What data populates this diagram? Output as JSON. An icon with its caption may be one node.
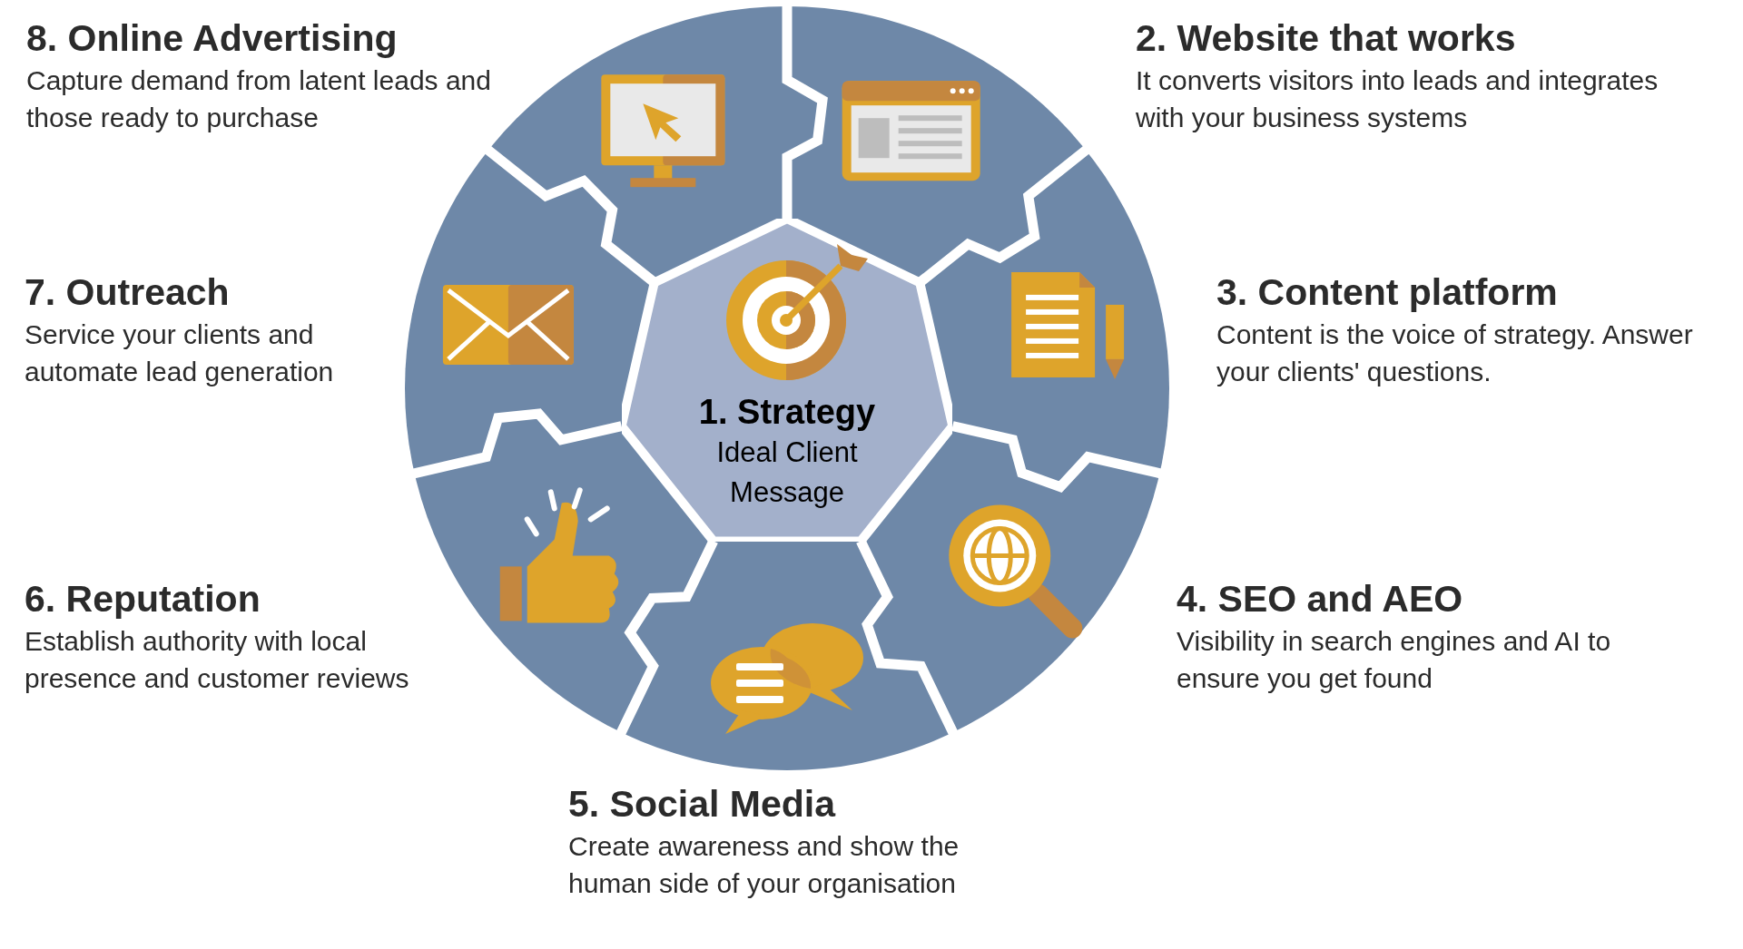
{
  "diagram": {
    "nodes": [
      {
        "text": [
          "1. Strategy",
          "Ideal Client Message"
        ]
      },
      {
        "text": [
          "2. Website that works",
          "It converts visitors into leads and integrates with your business systems"
        ]
      },
      {
        "text": [
          "3. Content platform",
          "Content is the voice of strategy. Answer your clients' questions."
        ]
      },
      {
        "text": [
          "4. SEO and AEO",
          "Visibility in search engines and AI to ensure you get found"
        ]
      },
      {
        "text": [
          "5. Social Media",
          "Create awareness and show the human side of your organisation"
        ]
      },
      {
        "text": [
          "6. Reputation",
          "Establish authority with local presence and customer reviews"
        ]
      },
      {
        "text": [
          "7. Outreach",
          "Service your clients and automate lead generation"
        ]
      },
      {
        "text": [
          "8. Online Advertising",
          "Capture demand from latent leads and those ready to purchase"
        ]
      }
    ]
  }
}
